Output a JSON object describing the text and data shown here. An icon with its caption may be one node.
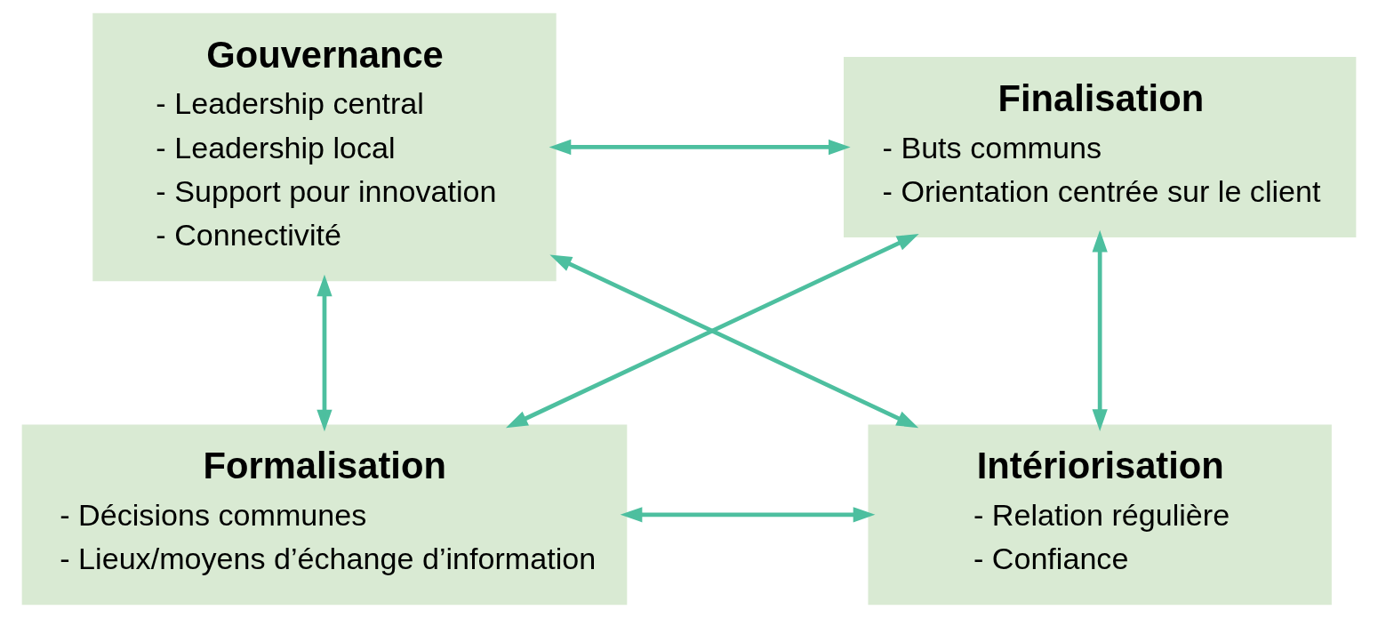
{
  "diagram": {
    "nodes": [
      {
        "text": [
          "Gouvernance",
          "- Leadership central",
          "- Leadership local",
          "- Support pour innovation",
          "- Connectivité"
        ]
      },
      {
        "text": [
          "Finalisation",
          "- Buts communs",
          "- Orientation centrée sur le client"
        ]
      },
      {
        "text": [
          "Formalisation",
          "- Décisions communes",
          "- Lieux/moyens d’échange d’information"
        ]
      },
      {
        "text": [
          "Intériorisation",
          "- Relation régulière",
          "- Confiance"
        ]
      }
    ],
    "edges": [
      {
        "from": 0,
        "to": 1,
        "arrow": "both"
      },
      {
        "from": 0,
        "to": 2,
        "arrow": "both"
      },
      {
        "from": 1,
        "to": 3,
        "arrow": "both"
      },
      {
        "from": 0,
        "to": 3,
        "arrow": "both"
      },
      {
        "from": 2,
        "to": 1,
        "arrow": "both"
      },
      {
        "from": 2,
        "to": 3,
        "arrow": "both"
      }
    ]
  }
}
